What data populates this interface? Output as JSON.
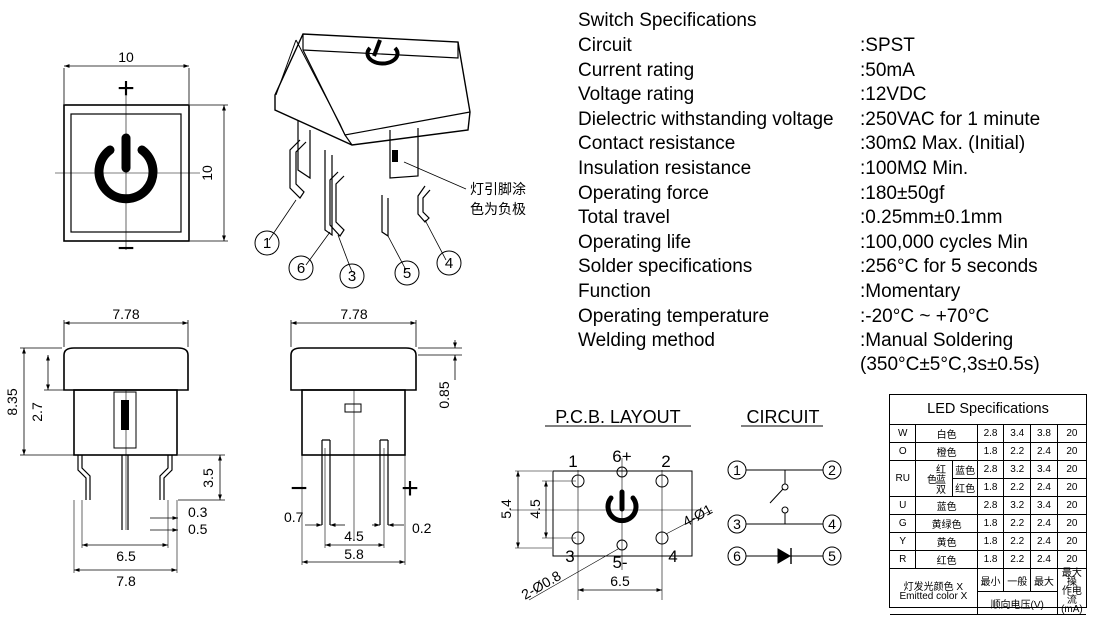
{
  "top_view": {
    "width_dim": "10",
    "height_dim": "10",
    "plus": "+",
    "minus": "−"
  },
  "iso_view": {
    "callouts": [
      "1",
      "6",
      "3",
      "5",
      "4"
    ],
    "note_lines": [
      "灯引脚涂",
      "色为负极"
    ]
  },
  "front_view": {
    "width_top": "7.78",
    "total_height": "8.35",
    "cap_height": "2.7",
    "pin_height": "3.5",
    "dim_03": "0.3",
    "dim_05": "0.5",
    "dim_65": "6.5",
    "dim_78": "7.8"
  },
  "side_view": {
    "width_top": "7.78",
    "dim_085": "0.85",
    "dim_07": "0.7",
    "dim_45": "4.5",
    "dim_02": "0.2",
    "dim_58": "5.8",
    "minus": "−",
    "plus": "+"
  },
  "pcb_layout": {
    "title": "P.C.B. LAYOUT",
    "pins": {
      "p1": "1",
      "p6": "6+",
      "p2": "2",
      "p3": "3",
      "p5": "5-",
      "p4": "4"
    },
    "dim_54": "5.4",
    "dim_45": "4.5",
    "dim_65": "6.5",
    "hole_big": "4-Ø1",
    "hole_small": "2-Ø0.8"
  },
  "circuit": {
    "title": "CIRCUIT",
    "nodes": [
      "1",
      "2",
      "3",
      "4",
      "6",
      "5"
    ]
  },
  "specifications": {
    "title": "Switch Specifications",
    "rows": [
      {
        "label": "Circuit",
        "value": ":SPST"
      },
      {
        "label": "Current rating",
        "value": ":50mA"
      },
      {
        "label": "Voltage rating",
        "value": ":12VDC"
      },
      {
        "label": "Dielectric withstanding voltage",
        "value": ":250VAC for 1 minute"
      },
      {
        "label": "Contact resistance",
        "value": ":30mΩ  Max. (Initial)"
      },
      {
        "label": "Insulation resistance",
        "value": ":100MΩ  Min."
      },
      {
        "label": "Operating force",
        "value": ":180±50gf"
      },
      {
        "label": "Total travel",
        "value": ":0.25mm±0.1mm"
      },
      {
        "label": "Operating life",
        "value": ":100,000 cycles Min"
      },
      {
        "label": "Solder specifications",
        "value": ":256°C for 5 seconds"
      },
      {
        "label": "Function",
        "value": ":Momentary"
      },
      {
        "label": "Operating temperature",
        "value": ":-20°C ~ +70°C"
      },
      {
        "label": "Welding method",
        "value": ":Manual Soldering",
        "value2": "(350°C±5°C,3s±0.5s)"
      }
    ]
  },
  "led_spec": {
    "title": "LED Specifications",
    "rows": [
      {
        "code": "W",
        "color": "白色",
        "min": "2.8",
        "typ": "3.4",
        "max": "3.8",
        "ma": "20"
      },
      {
        "code": "O",
        "color": "橙色",
        "min": "1.8",
        "typ": "2.2",
        "max": "2.4",
        "ma": "20"
      },
      {
        "code": "RU",
        "group": "红蓝双色",
        "color": "蓝色",
        "min": "2.8",
        "typ": "3.2",
        "max": "3.4",
        "ma": "20"
      },
      {
        "code": "",
        "color": "红色",
        "min": "1.8",
        "typ": "2.2",
        "max": "2.4",
        "ma": "20"
      },
      {
        "code": "U",
        "color": "蓝色",
        "min": "2.8",
        "typ": "3.2",
        "max": "3.4",
        "ma": "20"
      },
      {
        "code": "G",
        "color": "黄绿色",
        "min": "1.8",
        "typ": "2.2",
        "max": "2.4",
        "ma": "20"
      },
      {
        "code": "Y",
        "color": "黄色",
        "min": "1.8",
        "typ": "2.2",
        "max": "2.4",
        "ma": "20"
      },
      {
        "code": "R",
        "color": "红色",
        "min": "1.8",
        "typ": "2.2",
        "max": "2.4",
        "ma": "20"
      }
    ],
    "footer": {
      "emitted_cn": "灯发光颜色 X",
      "emitted_en": "Emitted color X",
      "min": "最小",
      "typ": "一般",
      "max": "最大",
      "vf": "顺向电压(V)",
      "max_current_line1": "最大操",
      "max_current_line2": "作电流",
      "max_current_line3": "(mA)"
    }
  }
}
